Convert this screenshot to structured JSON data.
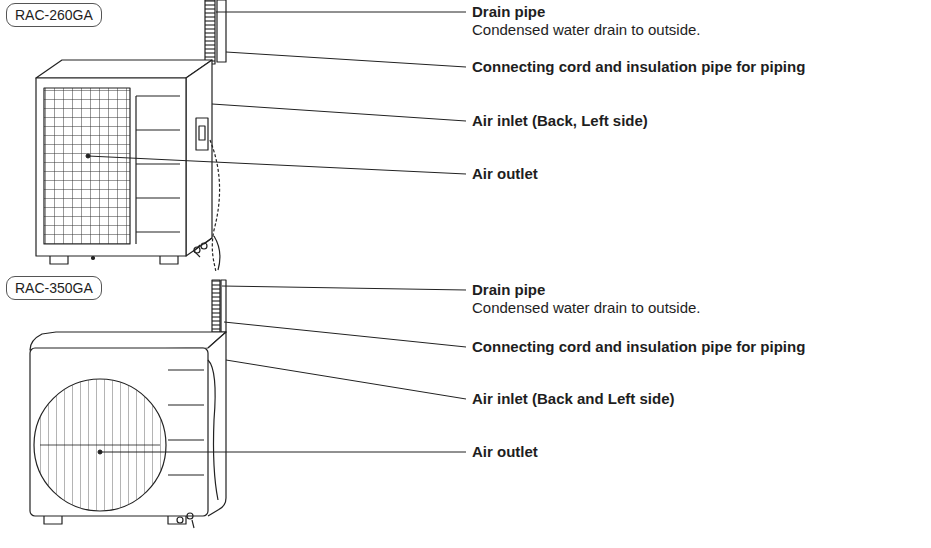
{
  "diagram": {
    "nodes": [
      {
        "text": [
          "RAC-260GA"
        ]
      },
      {
        "text": [
          "RAC-350GA"
        ]
      }
    ],
    "labels": [
      "Drain pipe",
      "Condensed water drain to outside.",
      "Connecting cord and insulation pipe for piping",
      "Air inlet (Back, Left side)",
      "Air outlet",
      "Drain pipe",
      "Condensed water drain to outside.",
      "Connecting cord and insulation pipe for piping",
      "Air inlet (Back and Left side)",
      "Air outlet"
    ]
  }
}
